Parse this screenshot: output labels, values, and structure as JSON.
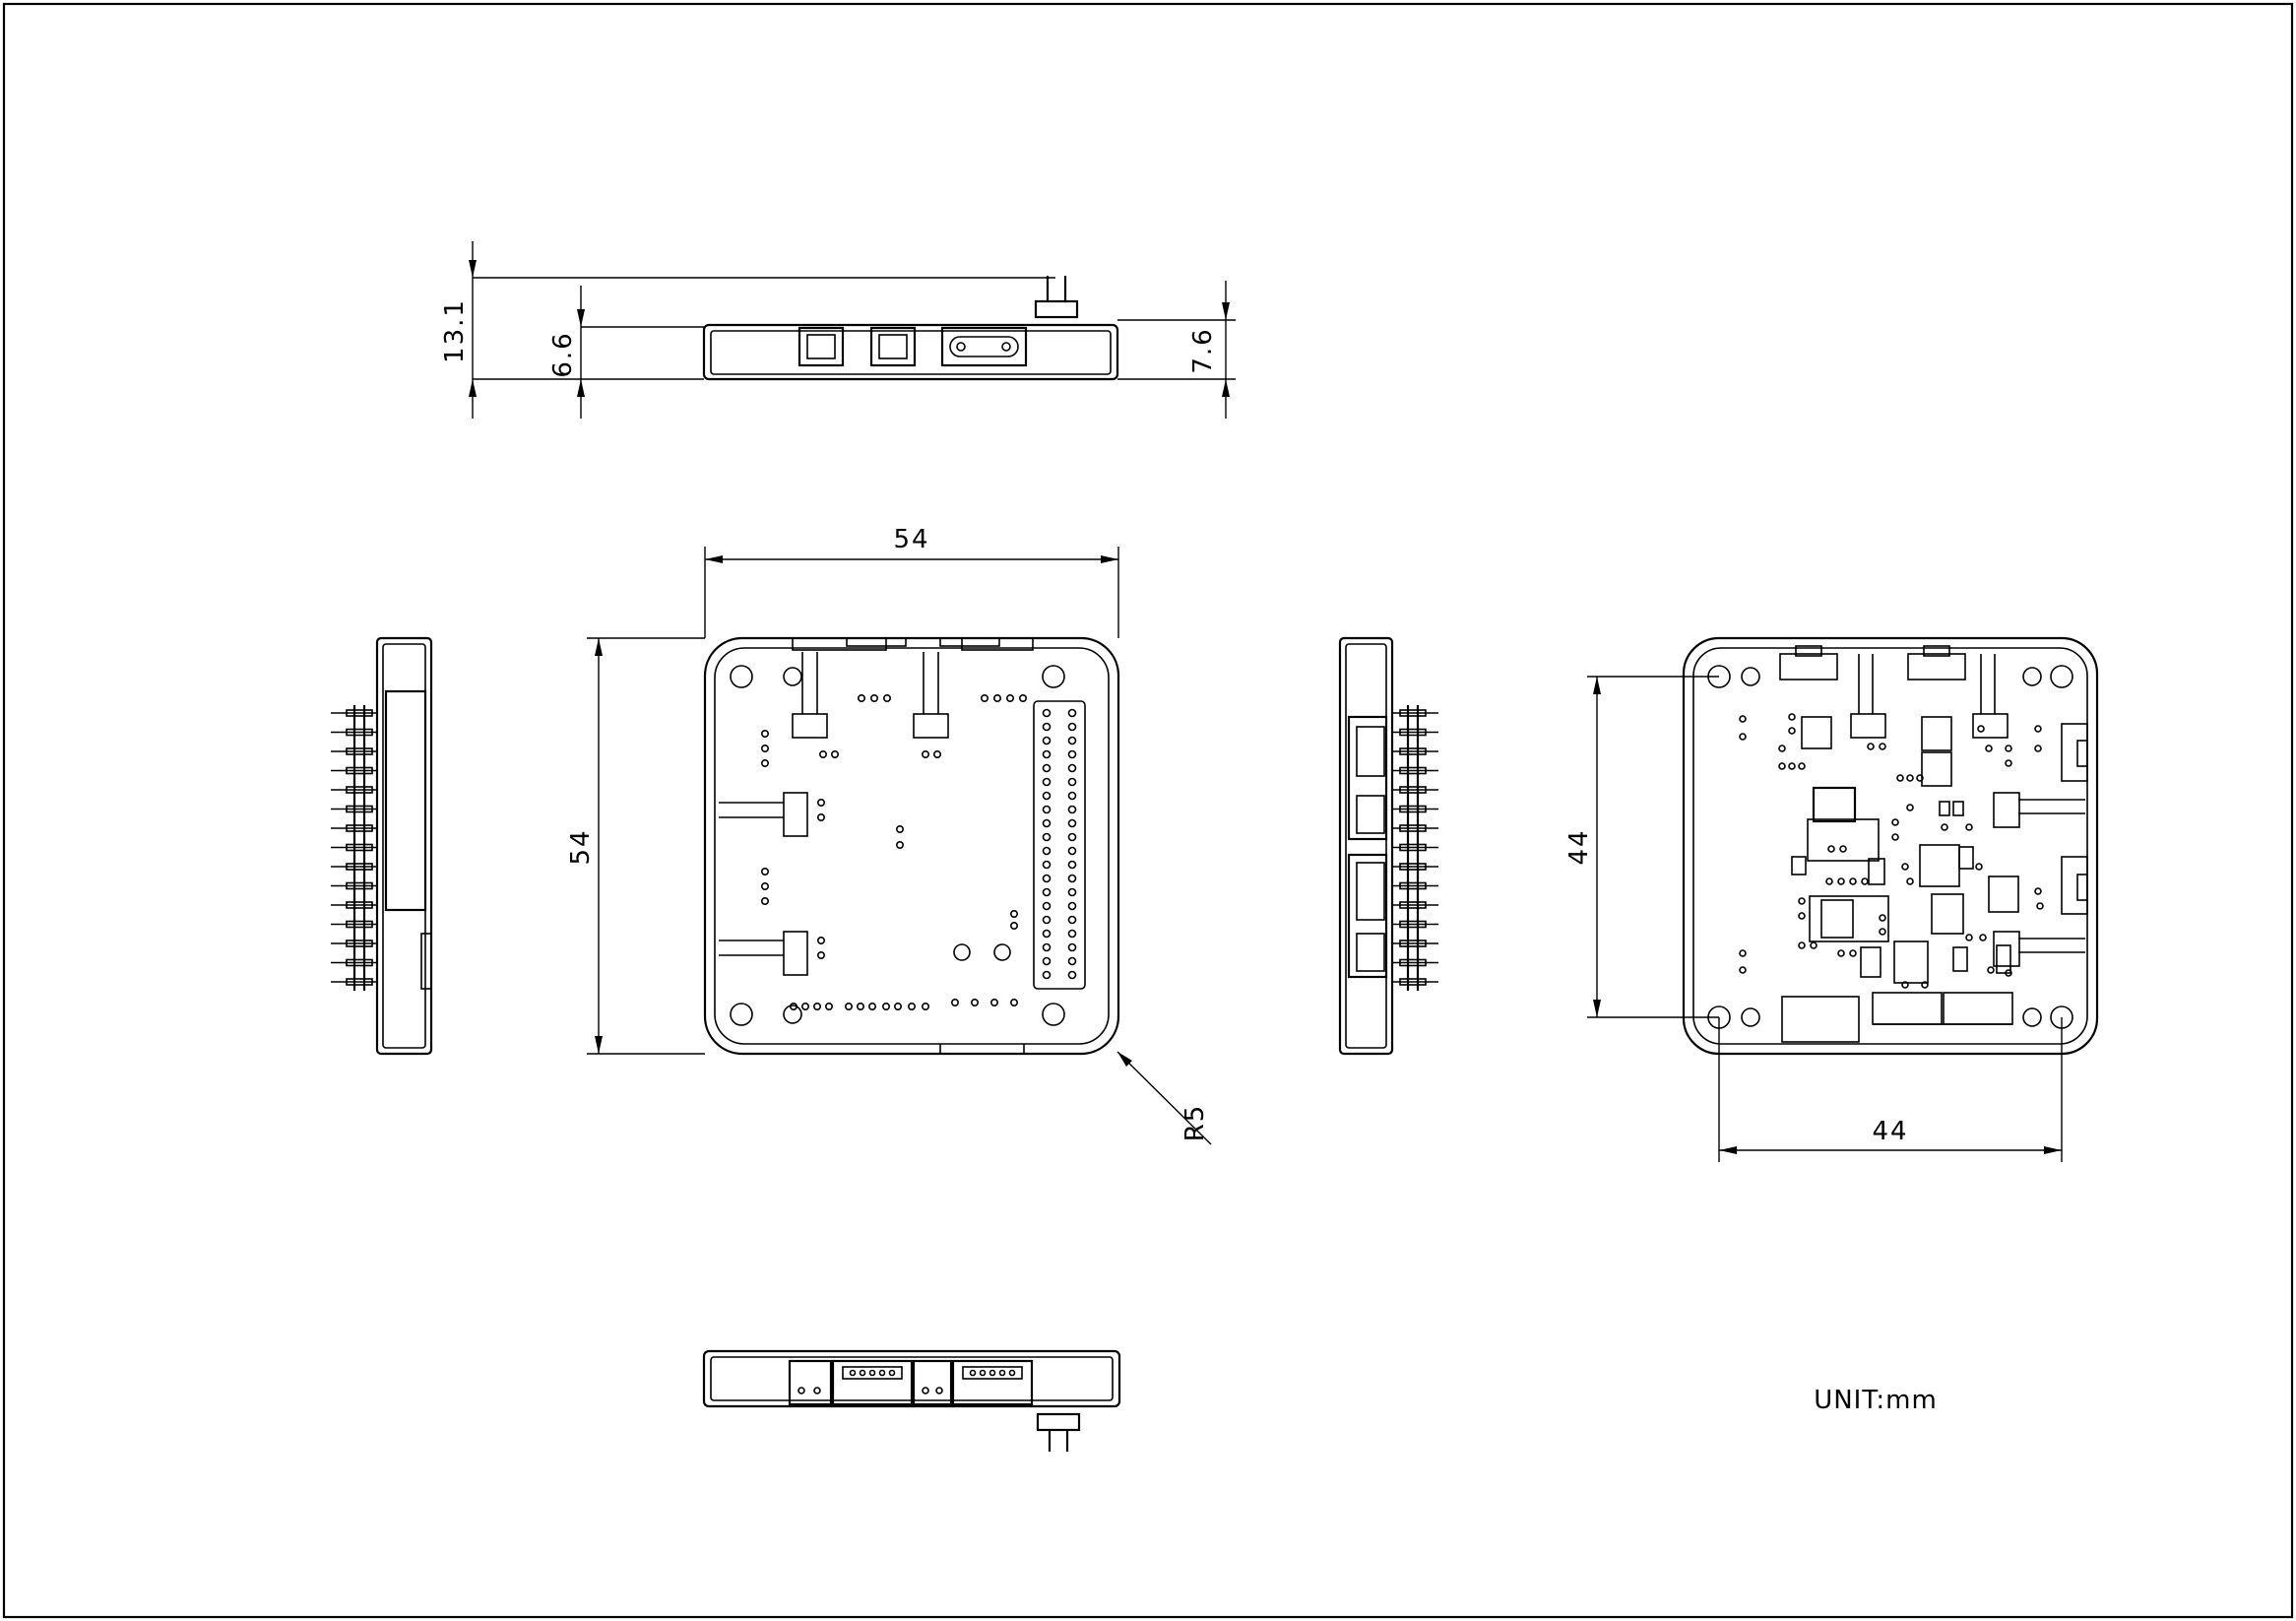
{
  "dimensions": {
    "total_height": "13.1",
    "body_height": "6.6",
    "right_height": "7.6",
    "width_top": "54",
    "height_left": "54",
    "radius": "R5",
    "hole_spacing_vertical": "44",
    "hole_spacing_horizontal": "44"
  },
  "unit_note": "UNIT:mm",
  "colors": {
    "line": "#000000",
    "background": "#ffffff"
  }
}
